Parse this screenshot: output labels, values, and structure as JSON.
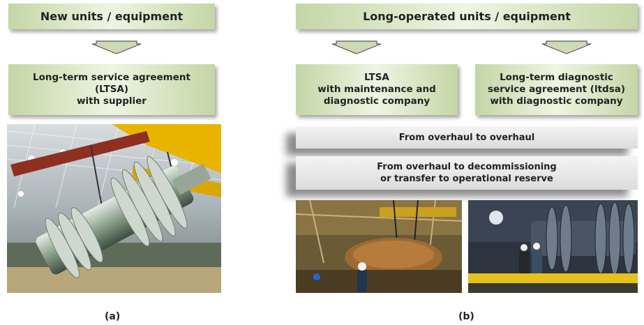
{
  "panel_a": {
    "header": "New units / equipment",
    "box": "Long-term service agreement\n(LTSA)\nwith supplier",
    "caption": "(a)"
  },
  "panel_b": {
    "header": "Long-operated units / equipment",
    "box_left": "LTSA\nwith maintenance and\ndiagnostic company",
    "box_right": "Long-term diagnostic\nservice agreement (ltdsa)\nwith diagnostic company",
    "bar1": "From overhaul to overhaul",
    "bar2": "From overhaul to decommissioning\nor transfer to operational reserve",
    "caption": "(b)"
  },
  "colors": {
    "green_box": "#c4d6a6",
    "gray_box": "#dcdcdc",
    "crane_yellow": "#e8b400"
  }
}
